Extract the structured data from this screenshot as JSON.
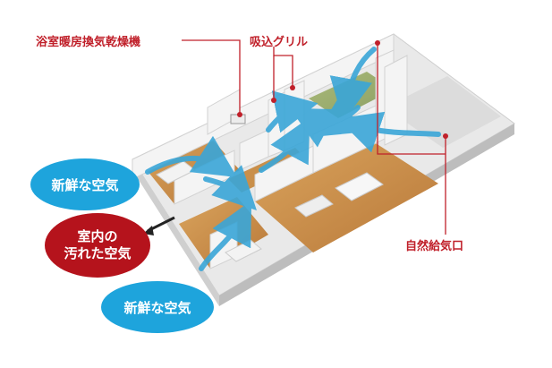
{
  "labels": {
    "bathroom_heater": "浴室暖房換気乾燥機",
    "intake_grille": "吸込グリル",
    "natural_inlet": "自然給気口"
  },
  "bubbles": {
    "fresh_air_top": "新鮮な空気",
    "stale_air_line1": "室内の",
    "stale_air_line2": "汚れた空気",
    "fresh_air_bottom": "新鮮な空気"
  },
  "colors": {
    "callout_red": "#c0202a",
    "fresh_air_blue": "#1ea4dc",
    "stale_air_red": "#b5131c",
    "flow_arrow_blue": "#3aa6d8",
    "floor_wood": "#c98f4a",
    "wall_white": "#f4f4f4"
  }
}
